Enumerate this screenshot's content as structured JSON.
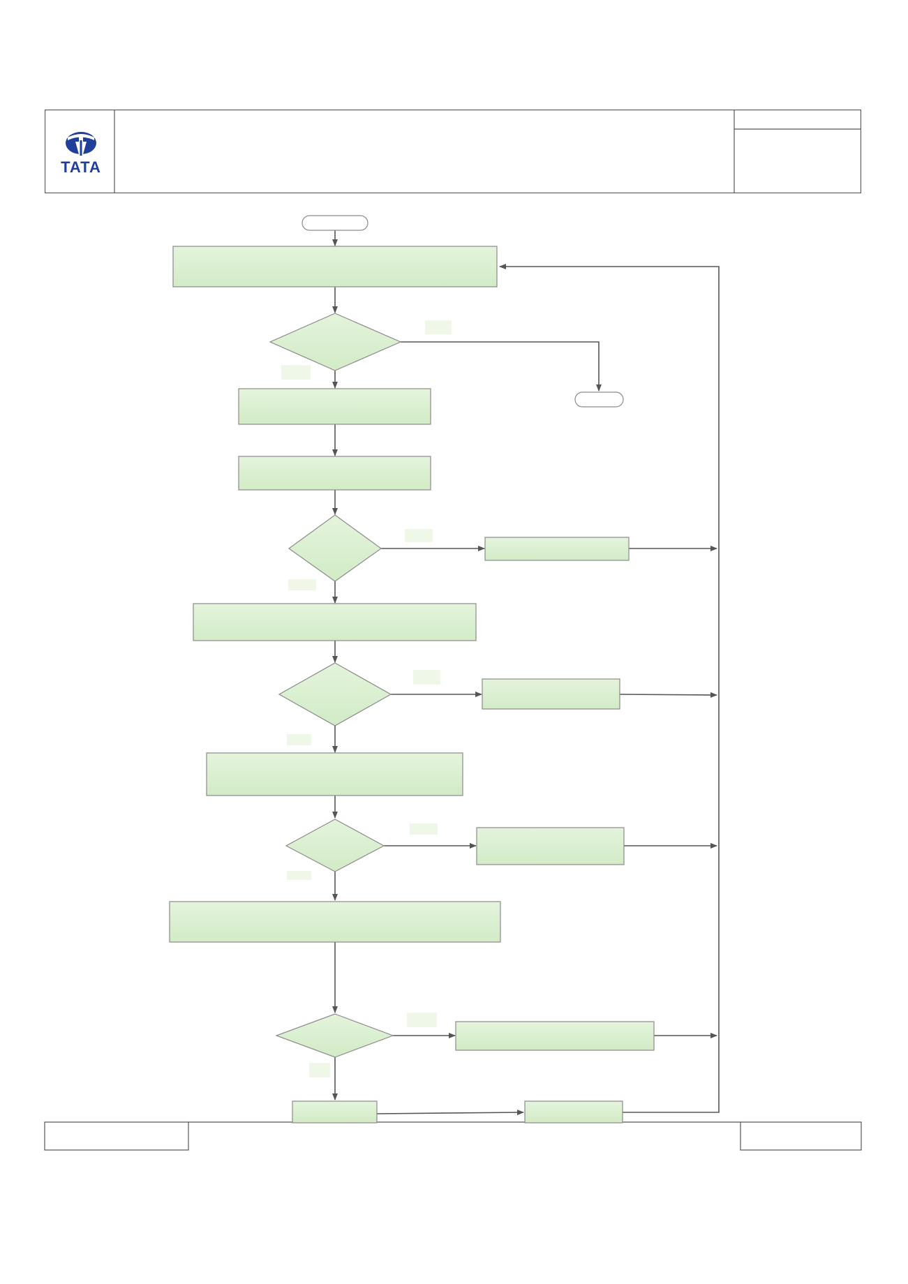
{
  "header": {
    "brand": "TATA",
    "brand_color": "#1f3f9a"
  },
  "colors": {
    "node_fill": "#d5edcb",
    "node_fill_light": "#e4f4dc",
    "node_stroke": "#8a8a8a",
    "connector": "#555555",
    "frame": "#555555"
  },
  "flowchart": {
    "nodes": [
      {
        "id": "start",
        "shape": "terminal",
        "label": ""
      },
      {
        "id": "process-1",
        "shape": "process",
        "label": ""
      },
      {
        "id": "decision-1",
        "shape": "decision",
        "label": ""
      },
      {
        "id": "end",
        "shape": "terminal",
        "label": ""
      },
      {
        "id": "process-2",
        "shape": "process",
        "label": ""
      },
      {
        "id": "process-3",
        "shape": "process",
        "label": ""
      },
      {
        "id": "decision-2",
        "shape": "decision",
        "label": ""
      },
      {
        "id": "process-4",
        "shape": "process",
        "label": ""
      },
      {
        "id": "process-5",
        "shape": "process",
        "label": ""
      },
      {
        "id": "decision-3",
        "shape": "decision",
        "label": ""
      },
      {
        "id": "process-6",
        "shape": "process",
        "label": ""
      },
      {
        "id": "process-7",
        "shape": "process",
        "label": ""
      },
      {
        "id": "decision-4",
        "shape": "decision",
        "label": ""
      },
      {
        "id": "process-8",
        "shape": "process",
        "label": ""
      },
      {
        "id": "process-9",
        "shape": "process",
        "label": ""
      },
      {
        "id": "decision-5",
        "shape": "decision",
        "label": ""
      },
      {
        "id": "process-10",
        "shape": "process",
        "label": ""
      },
      {
        "id": "process-11",
        "shape": "process",
        "label": ""
      },
      {
        "id": "process-12",
        "shape": "process",
        "label": ""
      }
    ]
  }
}
